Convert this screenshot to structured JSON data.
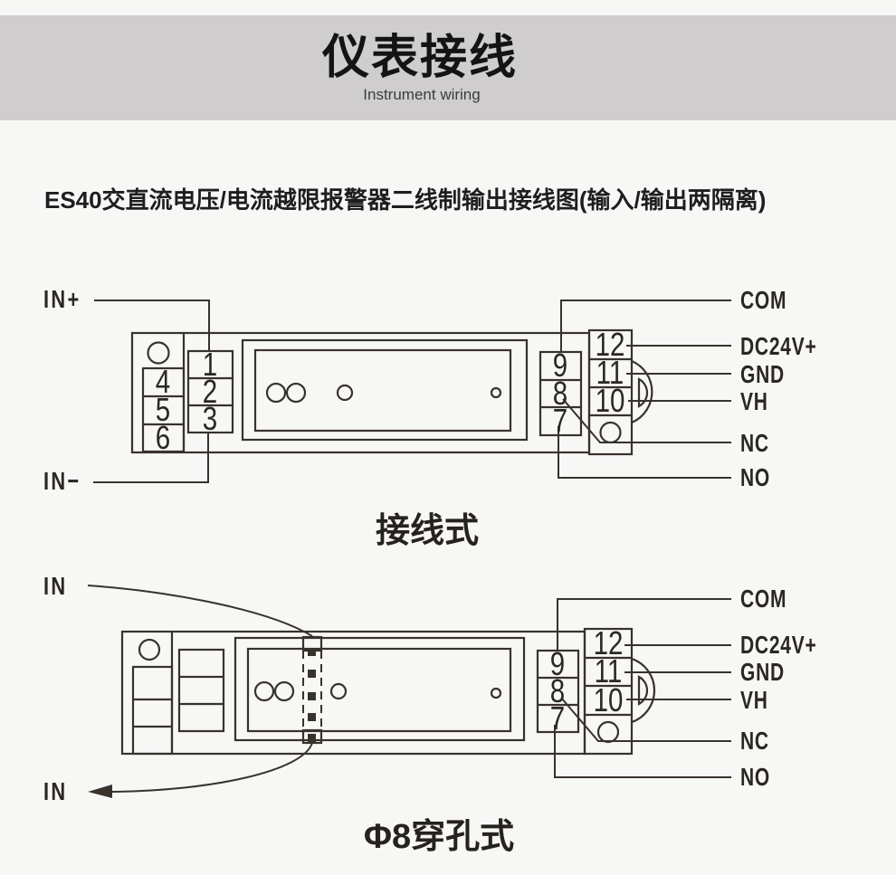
{
  "colors": {
    "page-bg": "#f7f7f6",
    "banner-bg": "#cfcdce",
    "ink": "#38322d",
    "text": "#2b2724"
  },
  "header": {
    "title": "仪表接线",
    "subtitle": "Instrument wiring"
  },
  "section_title": "ES40交直流电压/电流越限报警器二线制输出接线图(输入/输出两隔离)",
  "diagram1": {
    "caption": "接线式",
    "in_plus": "IN+",
    "in_minus": "IN−",
    "left_terminals": [
      "4",
      "5",
      "6"
    ],
    "mid_terminals": [
      "1",
      "2",
      "3"
    ],
    "right_inner_terminals": [
      "9",
      "8",
      "7"
    ],
    "right_outer_terminals": [
      "12",
      "11",
      "10"
    ],
    "output_labels": [
      "COM",
      "DC24V+",
      "GND",
      "VH",
      "NC",
      "NO"
    ]
  },
  "diagram2": {
    "caption": "Φ8穿孔式",
    "in_top": "IN",
    "in_bottom": "IN",
    "right_inner_terminals": [
      "9",
      "8",
      "7"
    ],
    "right_outer_terminals": [
      "12",
      "11",
      "10"
    ],
    "output_labels": [
      "COM",
      "DC24V+",
      "GND",
      "VH",
      "NC",
      "NO"
    ]
  }
}
